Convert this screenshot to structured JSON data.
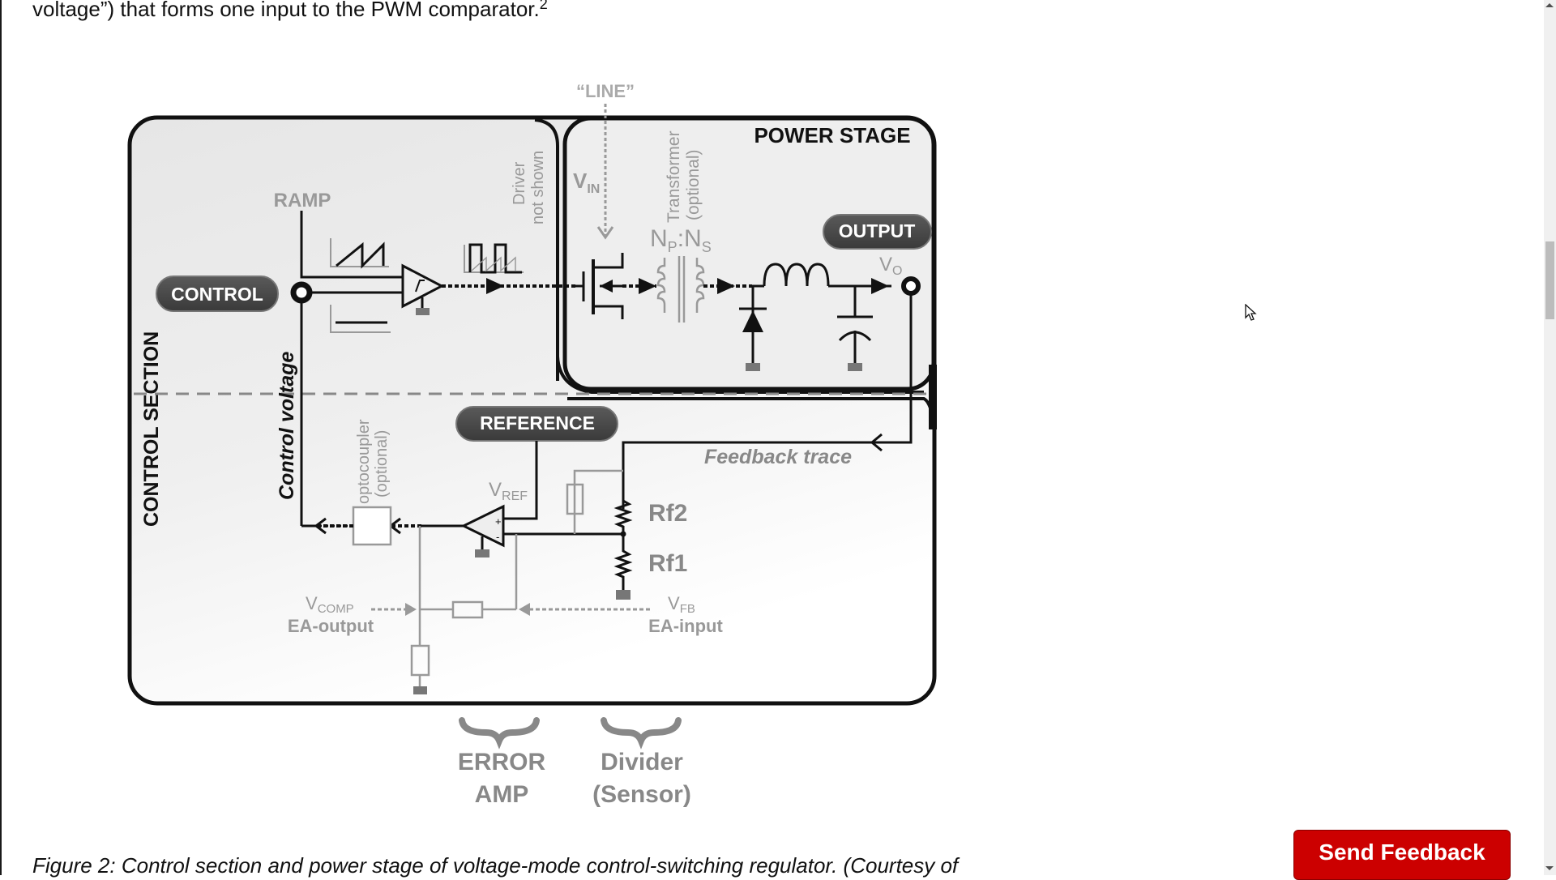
{
  "article": {
    "paragraph_tail": "voltage”) that forms one input to the PWM comparator.",
    "footnote_ref": "2",
    "figure_caption": "Figure 2: Control section and power stage of voltage-mode control-switching regulator. (Courtesy of"
  },
  "figure": {
    "line_label": "“LINE”",
    "power_stage_label": "POWER STAGE",
    "control_section_label": "CONTROL SECTION",
    "control_voltage_label": "Control voltage",
    "ramp_label": "RAMP",
    "driver_label_line1": "Driver",
    "driver_label_line2": "not shown",
    "vin_label": "V",
    "vin_sub": "IN",
    "transformer_line1": "Transformer",
    "transformer_line2": "(optional)",
    "turns_ratio": {
      "np": "N",
      "np_sub": "P",
      "sep": ":",
      "ns": "N",
      "ns_sub": "S"
    },
    "vo_label": "V",
    "vo_sub": "O",
    "pills": {
      "control": "CONTROL",
      "output": "OUTPUT",
      "reference": "REFERENCE"
    },
    "optocoupler_line1": "optocoupler",
    "optocoupler_line2": "(optional)",
    "vref_label": "V",
    "vref_sub": "REF",
    "feedback_trace": "Feedback trace",
    "rf2": "Rf2",
    "rf1": "Rf1",
    "vcomp_label": "V",
    "vcomp_sub": "COMP",
    "vcomp_desc": "EA-output",
    "vfb_label": "V",
    "vfb_sub": "FB",
    "vfb_desc": "EA-input",
    "brace_labels": {
      "error_amp_line1": "ERROR",
      "error_amp_line2": "AMP",
      "divider_line1": "Divider",
      "divider_line2": "(Sensor)"
    },
    "colors": {
      "ink": "#111111",
      "gray": "#8c8c8c",
      "pill": "#4a4a4a",
      "panel_bg": "#ececec"
    }
  },
  "ui": {
    "send_feedback_label": "Send Feedback",
    "accent": "#cc0000"
  }
}
